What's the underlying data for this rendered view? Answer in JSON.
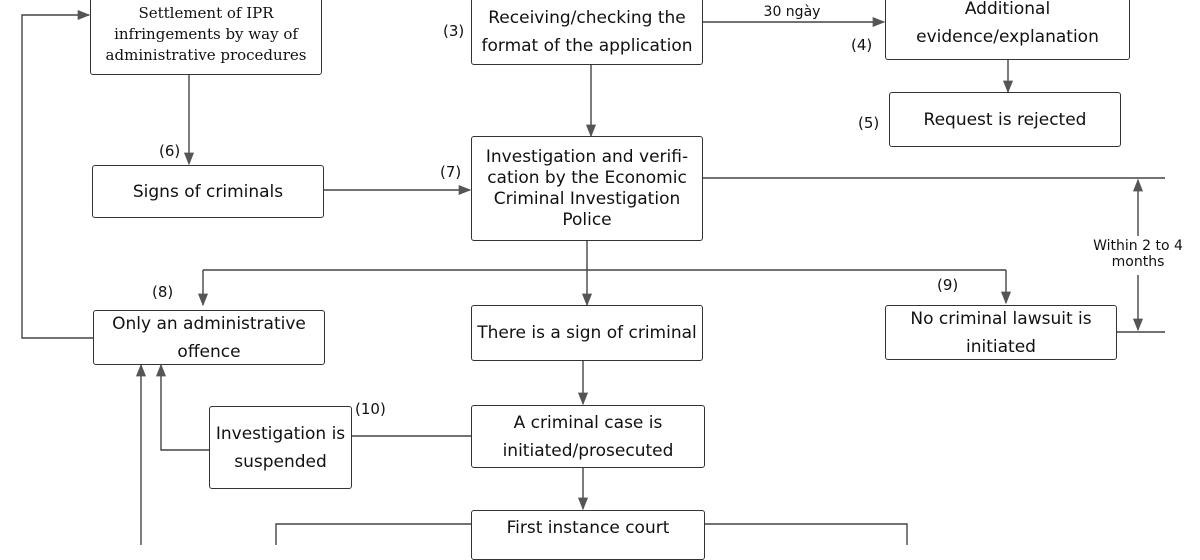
{
  "boxes": {
    "settlement": "Settlement of IPR infringements by way of administrative procedures",
    "receiving": "Receiving/checking the format of the application",
    "additional": "Additional evidence/explanation",
    "rejected": "Request is rejected",
    "signs_criminals": "Signs of criminals",
    "investigation": "Investigation and verifi-cation by the Economic Criminal Investigation Police",
    "admin_offence": "Only an administrative offence",
    "sign_criminal": "There is a sign of criminal",
    "no_lawsuit": "No criminal lawsuit is initiated",
    "suspended": "Investigation is suspended",
    "case_initiated": "A criminal case is initiated/prosecuted",
    "first_instance": "First instance court"
  },
  "step_labels": {
    "s3": "(3)",
    "s4": "(4)",
    "s5": "(5)",
    "s6": "(6)",
    "s7": "(7)",
    "s8": "(8)",
    "s9": "(9)",
    "s10": "(10)"
  },
  "notes": {
    "arrow_top": "30 ngày",
    "duration": "Within 2 to 4 months"
  }
}
